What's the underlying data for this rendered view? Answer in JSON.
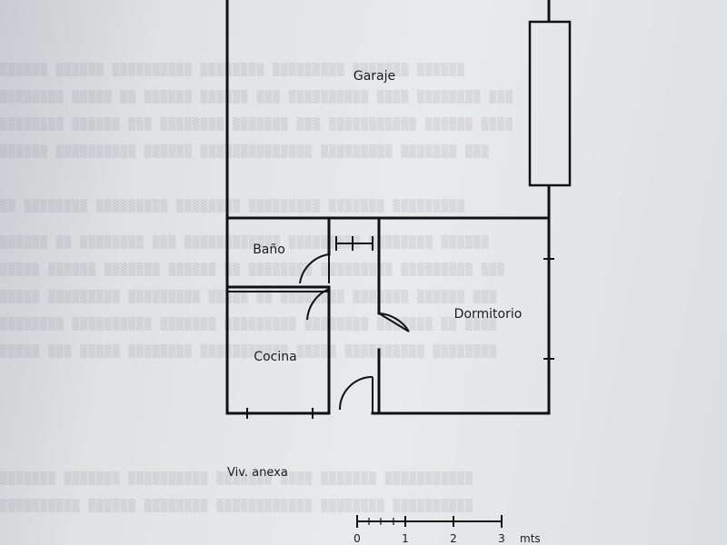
{
  "rooms": {
    "garage": "Garaje",
    "bathroom": "Baño",
    "kitchen": "Cocina",
    "bedroom": "Dormitorio"
  },
  "caption": "Viv. anexa",
  "scale": {
    "ticks": [
      "0",
      "1",
      "2",
      "3"
    ],
    "unit": "mts"
  }
}
